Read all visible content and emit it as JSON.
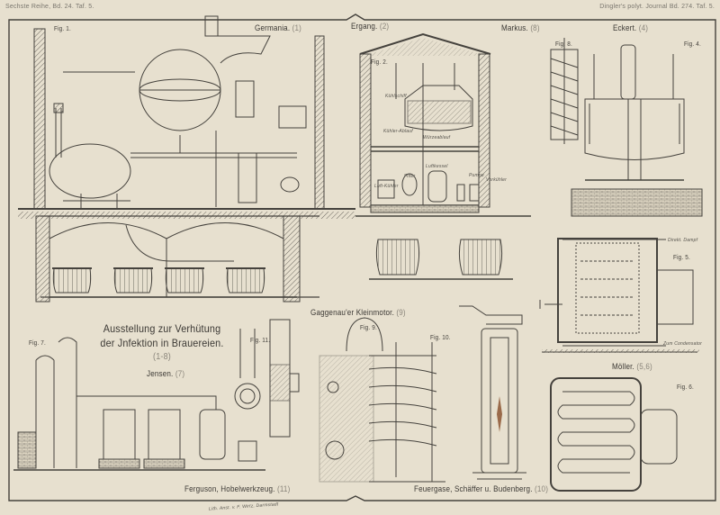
{
  "header": {
    "left": "Sechste Reihe, Bd. 24. Taf. 5.",
    "right": "Dingler's polyt. Journal Bd. 274. Taf. 5."
  },
  "plate_title": {
    "line1": "Ausstellung zur Verhütung",
    "line2": "der Jnfektion in Brauereien.",
    "range": "(1-8)"
  },
  "sections": [
    {
      "name": "Germania.",
      "num": "(1)"
    },
    {
      "name": "Ergang.",
      "num": "(2)"
    },
    {
      "name": "Markus.",
      "num": "(8)"
    },
    {
      "name": "Eckert.",
      "num": "(4)"
    },
    {
      "name": "Möller.",
      "num": "(5,6)"
    },
    {
      "name": "Jensen.",
      "num": "(7)"
    },
    {
      "name": "Gaggenau'er Kleinmotor.",
      "num": "(9)"
    },
    {
      "name": "Ferguson, Hobelwerkzeug.",
      "num": "(11)"
    },
    {
      "name": "Feuergase, Schäffer u. Budenberg.",
      "num": "(10)"
    }
  ],
  "figures": [
    "Fig. 1.",
    "Fig. 2.",
    "Fig. 8.",
    "Fig. 4.",
    "Fig. 5.",
    "Fig. 6.",
    "Fig. 7.",
    "Fig. 11.",
    "Fig. 9.",
    "Fig. 10."
  ],
  "annotations": {
    "kuehlschiff": "Kühlschiff",
    "kuehler_ablauf": "Kühler-Ablauf",
    "wuerzeablauf": "Würzeablauf",
    "luftkessel": "Luftkessel",
    "filter": "Filter",
    "luft_kuehler": "Luft-Kühler",
    "pumpe": "Pumpe",
    "vorkuehler": "Vorkühler",
    "direkt_dampf": "Direkt. Dampf",
    "zum_condensator": "Zum Condensator"
  },
  "imprint": "Lith. Anst. v. F. Wirtz, Darmstadt"
}
